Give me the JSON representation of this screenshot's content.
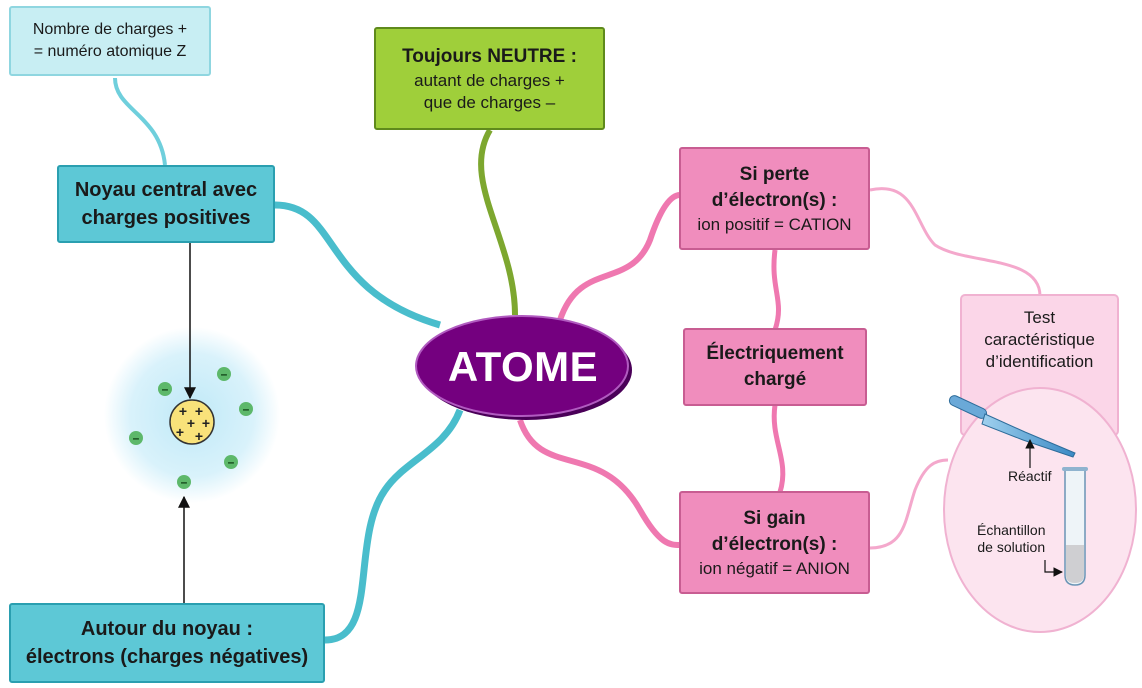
{
  "center": {
    "label": "ATOME"
  },
  "nucleus_count": {
    "line1": "Nombre de charges +",
    "line2": "= numéro atomique Z"
  },
  "nucleus": {
    "line1": "Noyau central avec",
    "line2": "charges positives"
  },
  "neutral": {
    "title": "Toujours NEUTRE :",
    "line1": "autant de charges +",
    "line2": "que de charges –"
  },
  "electrons": {
    "line1": "Autour du noyau :",
    "line2": "électrons (charges négatives)"
  },
  "loss": {
    "line1": "Si perte",
    "line2": "d’électron(s) :",
    "line3": "ion positif = CATION"
  },
  "charged": {
    "line1": "Électriquement",
    "line2": "chargé"
  },
  "gain": {
    "line1": "Si gain",
    "line2": "d’électron(s) :",
    "line3": "ion négatif = ANION"
  },
  "test": {
    "line1": "Test",
    "line2": "caractéristique",
    "line3": "d’identification"
  },
  "labels": {
    "reagent": "Réactif",
    "sample_line1": "Échantillon",
    "sample_line2": "de solution"
  },
  "atom_drawing": {
    "plus_sign": "+",
    "minus_sign": "–"
  },
  "colors": {
    "cyan": "#5dc8d6",
    "green": "#9fcf3a",
    "pink": "#f08dbd",
    "purple": "#6a007f"
  }
}
